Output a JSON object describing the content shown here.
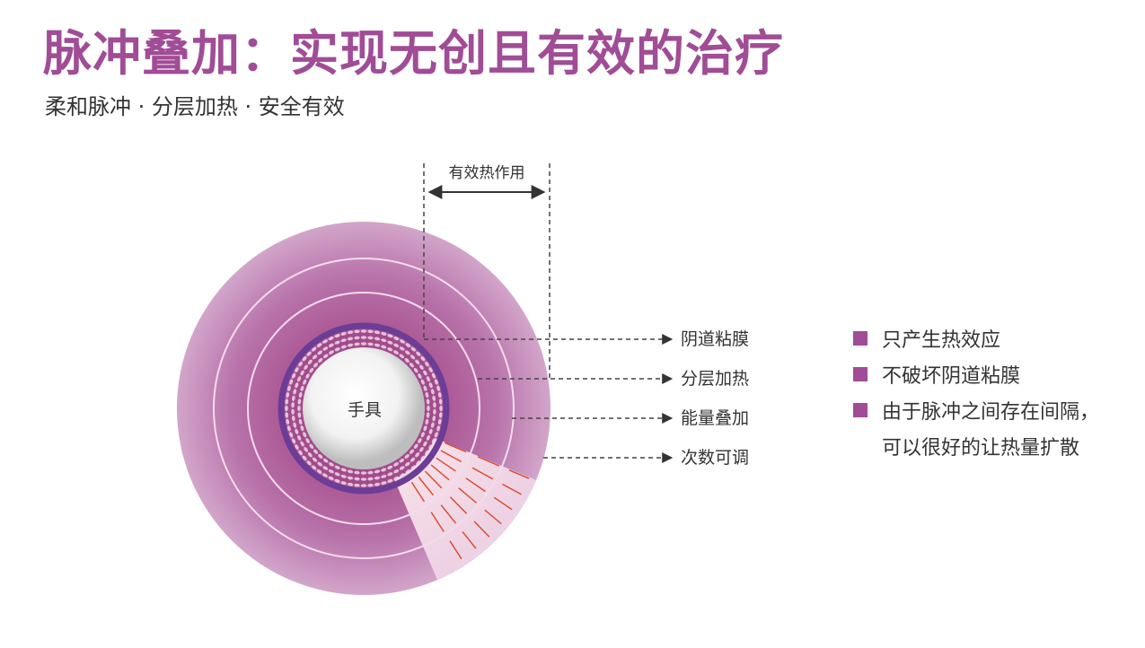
{
  "title": "脉冲叠加：实现无创且有效的治疗",
  "subtitle": "柔和脉冲 · 分层加热 · 安全有效",
  "diagram": {
    "center_label": "手具",
    "top_label": "有效热作用",
    "callouts": [
      "阴道粘膜",
      "分层加热",
      "能量叠加",
      "次数可调"
    ]
  },
  "bullets": [
    {
      "lines": [
        "只产生热效应"
      ]
    },
    {
      "lines": [
        "不破坏阴道粘膜"
      ]
    },
    {
      "lines": [
        "由于脉冲之间存在间隔，",
        "可以很好的让热量扩散"
      ]
    }
  ],
  "colors": {
    "accent": "#a04c96",
    "tissue_inner": "#a8518f",
    "tissue_outer": "#d2a5ca",
    "ring_purple": "#6b3d96",
    "heat_rays": "#d8472a"
  }
}
